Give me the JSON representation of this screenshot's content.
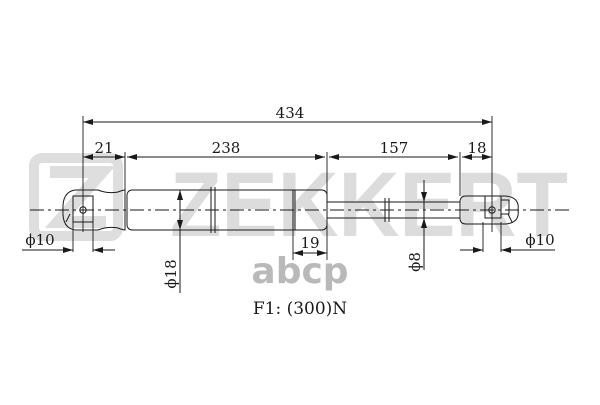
{
  "drawing": {
    "part": "gas spring",
    "dimensions": {
      "overall_length": "434",
      "left_eye_offset": "21",
      "body_length": "238",
      "rod_length": "157",
      "right_eye_offset": "18",
      "body_end_section": "19",
      "body_diameter": "ϕ18",
      "rod_diameter": "ϕ8",
      "left_eye_diameter": "ϕ10",
      "right_eye_diameter": "ϕ10"
    },
    "force_label": "F1: (300)N"
  },
  "watermarks": {
    "brand": "ZEKKERT",
    "site": "abcp"
  },
  "colors": {
    "line": "#1a1a1a",
    "watermark_brand": "#dcdcdc",
    "watermark_site": "#b9b9b9",
    "background": "#ffffff"
  }
}
